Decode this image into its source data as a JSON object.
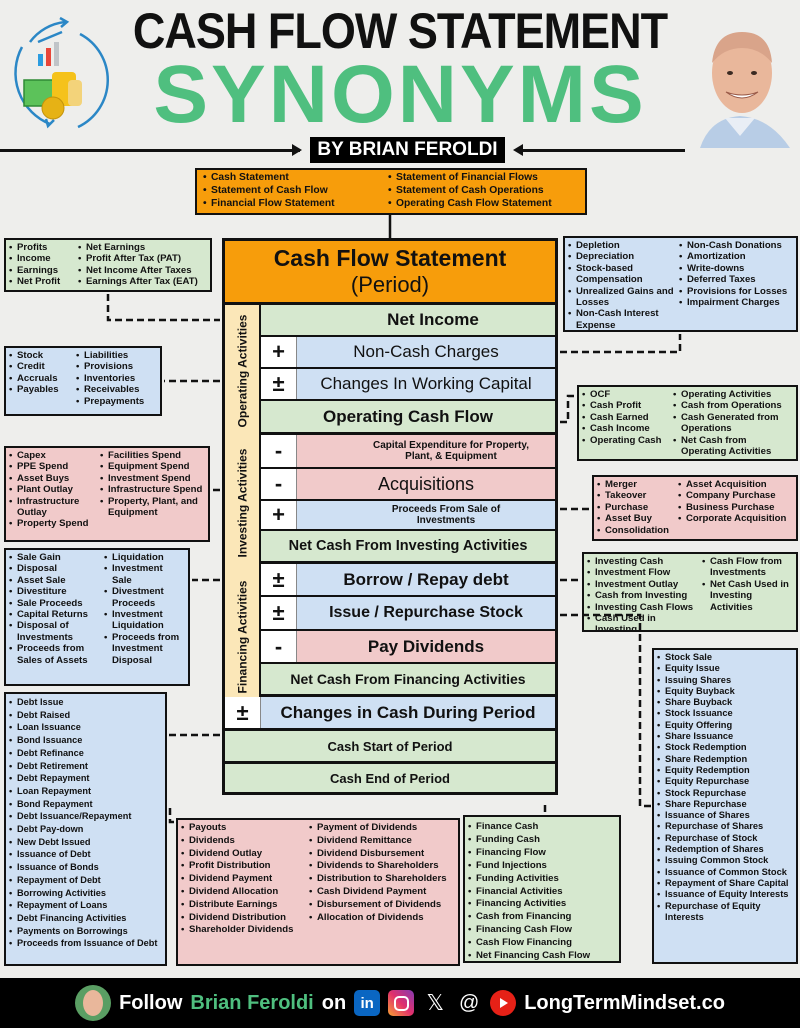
{
  "header": {
    "title_line1": "CASH FLOW STATEMENT",
    "title_line2": "SYNONYMS",
    "byline": "BY BRIAN FEROLDI"
  },
  "colors": {
    "accent_green": "#4fbf7f",
    "orange": "#f79d0b",
    "green_box": "#d6e8cf",
    "blue_box": "#cfe0f3",
    "pink_box": "#f1caca",
    "section_tab": "#fbe7b8"
  },
  "statement_synonyms": {
    "col1": [
      "Cash Statement",
      "Statement of Cash Flow",
      "Financial Flow Statement"
    ],
    "col2": [
      "Statement of Financial Flows",
      "Statement of Cash Operations",
      "Operating Cash Flow Statement"
    ]
  },
  "statement": {
    "title": "Cash Flow Statement",
    "subtitle": "(Period)",
    "sections": {
      "operating": "Operating Activities",
      "investing": "Investing Activities",
      "financing": "Financing Activities"
    },
    "rows": {
      "net_income": "Net Income",
      "non_cash": "Non-Cash Charges",
      "working_capital": "Changes In Working Capital",
      "ocf": "Operating Cash Flow",
      "capex": "Capital Expenditure for Property, Plant, & Equipment",
      "acquisitions": "Acquisitions",
      "proceeds": "Proceeds From Sale of Investments",
      "net_investing": "Net Cash From Investing Activities",
      "borrow": "Borrow / Repay debt",
      "issue": "Issue / Repurchase Stock",
      "dividends": "Pay Dividends",
      "net_financing": "Net Cash From Financing Activities",
      "changes": "Changes in Cash During Period",
      "start": "Cash Start of Period",
      "end": "Cash End of Period"
    },
    "signs": {
      "plus": "+",
      "plusminus": "±",
      "minus": "-"
    }
  },
  "net_income_synonyms": {
    "col1": [
      "Profits",
      "Income",
      "Earnings",
      "Net Profit"
    ],
    "col2": [
      "Net Earnings",
      "Profit After Tax (PAT)",
      "Net Income After Taxes",
      "Earnings After Tax (EAT)"
    ]
  },
  "non_cash_synonyms": {
    "col1": [
      "Depletion",
      "Depreciation",
      "Stock-based Compensation",
      "Unrealized Gains and Losses",
      "Non-Cash Interest Expense"
    ],
    "col2": [
      "Non-Cash Donations",
      "Amortization",
      "Write-downs",
      "Deferred Taxes",
      "Provisions for Losses",
      "Impairment Charges"
    ]
  },
  "working_capital_synonyms": {
    "col1": [
      "Stock",
      "Credit",
      "Accruals",
      "Payables"
    ],
    "col2": [
      "Liabilities",
      "Provisions",
      "Inventories",
      "Receivables",
      "Prepayments"
    ]
  },
  "ocf_synonyms": {
    "col1": [
      "OCF",
      "Cash Profit",
      "Cash Earned",
      "Cash Income",
      "Operating Cash"
    ],
    "col2": [
      "Operating Activities",
      "Cash from Operations",
      "Cash Generated from Operations",
      "Net Cash from Operating Activities"
    ]
  },
  "capex_synonyms": {
    "col1": [
      "Capex",
      "PPE Spend",
      "Asset Buys",
      "Plant Outlay",
      "Infrastructure Outlay",
      "Property Spend"
    ],
    "col2": [
      "Facilities Spend",
      "Equipment Spend",
      "Investment Spend",
      "Infrastructure Spend",
      "Property, Plant, and Equipment"
    ]
  },
  "acquisition_synonyms": {
    "col1": [
      "Merger",
      "Takeover",
      "Purchase",
      "Asset Buy",
      "Consolidation"
    ],
    "col2": [
      "Asset Acquisition",
      "Company Purchase",
      "Business Purchase",
      "Corporate Acquisition"
    ]
  },
  "proceeds_synonyms": {
    "col1": [
      "Sale Gain",
      "Disposal",
      "Asset Sale",
      "Divestiture",
      "Sale Proceeds",
      "Capital Returns",
      "Disposal of Investments",
      "Proceeds from Sales of Assets"
    ],
    "col2": [
      "Liquidation",
      "Investment Sale",
      "Divestment Proceeds",
      "Investment Liquidation",
      "Proceeds from Investment Disposal"
    ]
  },
  "investing_synonyms": {
    "col1": [
      "Investing Cash",
      "Investment Flow",
      "Investment Outlay",
      "Cash from Investing",
      "Investing Cash Flows",
      "Cash Used in Investing"
    ],
    "col2": [
      "Cash Flow from Investments",
      "Net Cash Used in Investing Activities"
    ]
  },
  "debt_synonyms": [
    "Debt Issue",
    "Debt Raised",
    "Loan Issuance",
    "Bond Issuance",
    "Debt Refinance",
    "Debt Retirement",
    "Debt Repayment",
    "Loan Repayment",
    "Bond Repayment",
    "Debt Issuance/Repayment",
    "Debt Pay-down",
    "New Debt Issued",
    "Issuance of Debt",
    "Issuance of Bonds",
    "Repayment of Debt",
    "Borrowing Activities",
    "Repayment of Loans",
    "Debt Financing Activities",
    "Payments on Borrowings",
    "Proceeds from Issuance of Debt"
  ],
  "dividend_synonyms": {
    "col1": [
      "Payouts",
      "Dividends",
      "Dividend Outlay",
      "Profit Distribution",
      "Dividend Payment",
      "Dividend Allocation",
      "Distribute Earnings",
      "Dividend Distribution",
      "Shareholder Dividends"
    ],
    "col2": [
      "Payment of Dividends",
      "Dividend Remittance",
      "Dividend Disbursement",
      "Dividends to Shareholders",
      "Distribution to Shareholders",
      "Cash Dividend Payment",
      "Disbursement of Dividends",
      "Allocation of Dividends"
    ]
  },
  "financing_synonyms": [
    "Finance Cash",
    "Funding Cash",
    "Financing Flow",
    "Fund Injections",
    "Funding Activities",
    "Financial Activities",
    "Financing Activities",
    "Cash from Financing",
    "Financing Cash Flow",
    "Cash Flow Financing",
    "Net Financing Cash Flow"
  ],
  "stock_synonyms": [
    "Stock Sale",
    "Equity Issue",
    "Issuing Shares",
    "Equity Buyback",
    "Share Buyback",
    "Stock Issuance",
    "Equity Offering",
    "Share Issuance",
    "Stock Redemption",
    "Share Redemption",
    "Equity Redemption",
    "Equity Repurchase",
    "Stock Repurchase",
    "Share Repurchase",
    "Issuance of Shares",
    "Repurchase of Shares",
    "Repurchase of Stock",
    "Redemption of Shares",
    "Issuing Common Stock",
    "Issuance of Common Stock",
    "Repayment of Share Capital",
    "Issuance of Equity Interests",
    "Repurchase of Equity Interests"
  ],
  "footer": {
    "follow": "Follow",
    "name": "Brian Feroldi",
    "on": "on",
    "website": "LongTermMindset.co",
    "icons": [
      "linkedin-icon",
      "instagram-icon",
      "x-icon",
      "threads-icon",
      "youtube-icon"
    ],
    "linkedin_glyph": "in",
    "x_glyph": "𝕏",
    "threads_glyph": "@"
  }
}
